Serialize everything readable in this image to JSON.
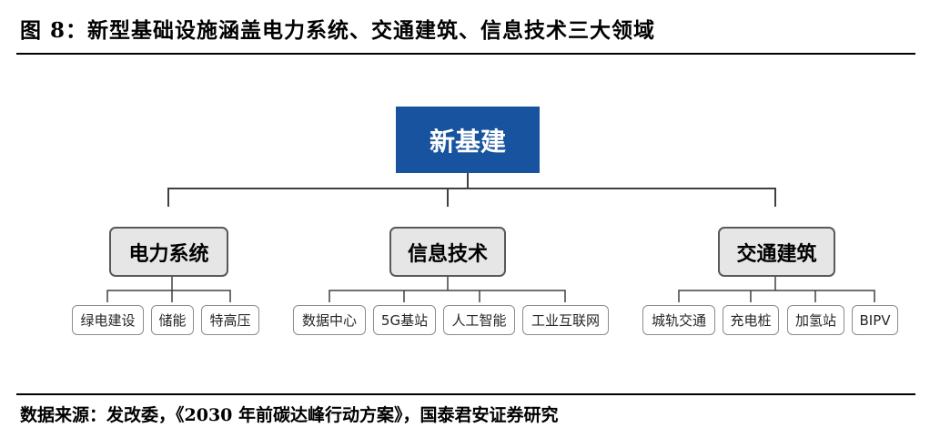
{
  "figure": {
    "title": "图 8：新型基础设施涵盖电力系统、交通建筑、信息技术三大领域",
    "source": "数据来源：发改委，《2030 年前碳达峰行动方案》，国泰君安证券研究"
  },
  "diagram": {
    "root": "新基建",
    "categories": [
      {
        "label": "电力系统",
        "items": [
          "绿电建设",
          "储能",
          "特高压"
        ]
      },
      {
        "label": "信息技术",
        "items": [
          "数据中心",
          "5G基站",
          "人工智能",
          "工业互联网"
        ]
      },
      {
        "label": "交通建筑",
        "items": [
          "城轨交通",
          "充电桩",
          "加氢站",
          "BIPV"
        ]
      }
    ]
  },
  "colors": {
    "root_fill": "#17539e",
    "category_fill": "#e6e6e6",
    "line": "#404040"
  }
}
